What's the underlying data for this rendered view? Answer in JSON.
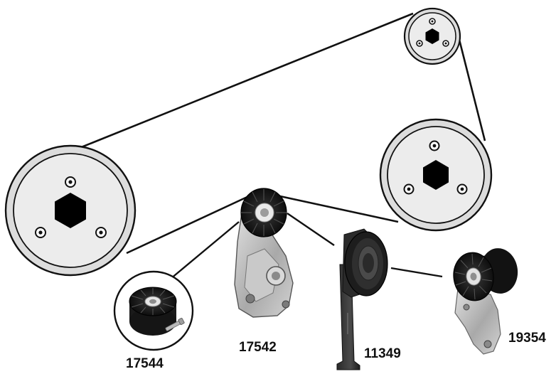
{
  "colors": {
    "background": "#ffffff",
    "pulley_face": "#e7e7e7",
    "pulley_rim": "#dcdcdc",
    "belt": "#111111",
    "hub": "#000000",
    "bracket_metal": "#bdbdbd",
    "roller_black": "#1b1b1b"
  },
  "icons": {
    "large_pulleys": "belt-pulley-icon",
    "hub": "hexagon-hub-icon",
    "bolt": "bolt-hole-icon",
    "idler": "idler-pulley-photo",
    "tensioner": "belt-tensioner-photo"
  },
  "parts": [
    {
      "id": "17544",
      "label": "17544",
      "kind": "idler pulley"
    },
    {
      "id": "17542",
      "label": "17542",
      "kind": "tensioner with bracket"
    },
    {
      "id": "11349",
      "label": "11349",
      "kind": "tensioner with arm"
    },
    {
      "id": "19354",
      "label": "19354",
      "kind": "idler with bracket"
    }
  ]
}
